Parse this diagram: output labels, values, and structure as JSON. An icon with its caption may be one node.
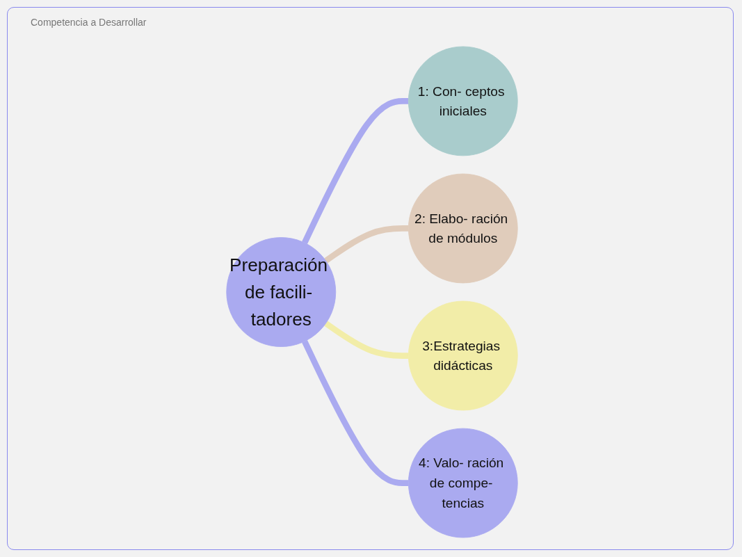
{
  "diagram": {
    "title": "Competencia a Desarrollar",
    "nodes": [
      {
        "text": [
          "Preparación de facili- tadores"
        ]
      },
      {
        "text": [
          "1: Con- ceptos iniciales"
        ]
      },
      {
        "text": [
          "2: Elabo- ración de módulos"
        ]
      },
      {
        "text": [
          "3:Estrategias didácticas"
        ]
      },
      {
        "text": [
          "4: Valo- ración de compe- tencias"
        ]
      }
    ],
    "edges": [
      {
        "from": 0,
        "to": 1,
        "arrow": "none"
      },
      {
        "from": 0,
        "to": 2,
        "arrow": "none",
        "color": "#e0ccbb"
      },
      {
        "from": 0,
        "to": 3,
        "arrow": "none",
        "color": "#f2eda8"
      },
      {
        "from": 0,
        "to": 4,
        "arrow": "none"
      }
    ]
  }
}
